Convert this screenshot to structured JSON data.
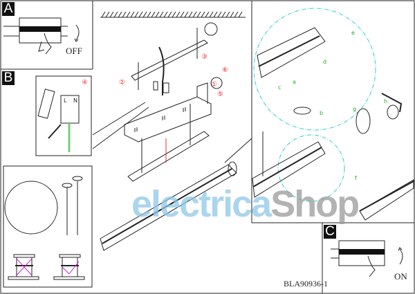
{
  "sections": {
    "a": "A",
    "b": "B",
    "c": "C"
  },
  "panel_a": {
    "switch_label": "OFF"
  },
  "panel_c": {
    "switch_label": "ON"
  },
  "steps": {
    "s1": "①",
    "s2": "②",
    "s3": "③",
    "s4": "④",
    "s5": "⑤",
    "s6": "⑥"
  },
  "terminal": {
    "l": "L",
    "n": "N"
  },
  "letters": {
    "a": "a",
    "b": "b",
    "c": "c",
    "d": "d",
    "e": "e",
    "f": "f",
    "g": "g",
    "h": "h"
  },
  "watermark": {
    "part1": "electrica",
    "part2": "Shop"
  },
  "document_code": "BLA90936-1",
  "colors": {
    "step_red": "#e03030",
    "label_green": "#22aa22",
    "detail_circle": "#33cccc",
    "watermark_blue": "#8fc7e8",
    "watermark_gray": "#9a9a9a",
    "cross_magenta": "#d020d0"
  }
}
